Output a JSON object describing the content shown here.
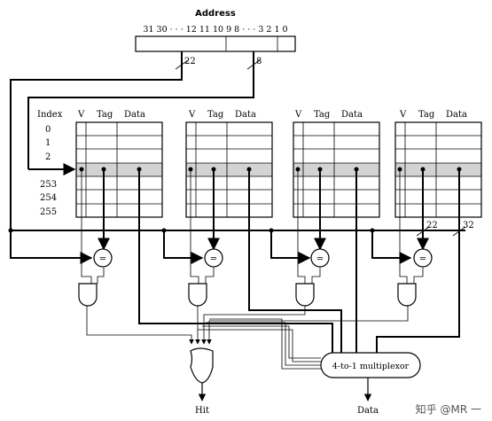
{
  "address": {
    "title": "Address",
    "bits": "31 30 · · · 12 11 10 9 8 · · · 3 2 1 0",
    "tag_width": "22",
    "index_width": "8"
  },
  "table_headers": {
    "index": "Index",
    "v": "V",
    "tag": "Tag",
    "data": "Data"
  },
  "index_rows_top": [
    "0",
    "1",
    "2"
  ],
  "index_rows_bottom": [
    "253",
    "254",
    "255"
  ],
  "bus_widths": {
    "tag": "22",
    "data": "32"
  },
  "comparator_symbol": "=",
  "mux_label": "4-to-1 multiplexor",
  "outputs": {
    "hit": "Hit",
    "data": "Data"
  },
  "watermark": "知乎 @MR 一"
}
